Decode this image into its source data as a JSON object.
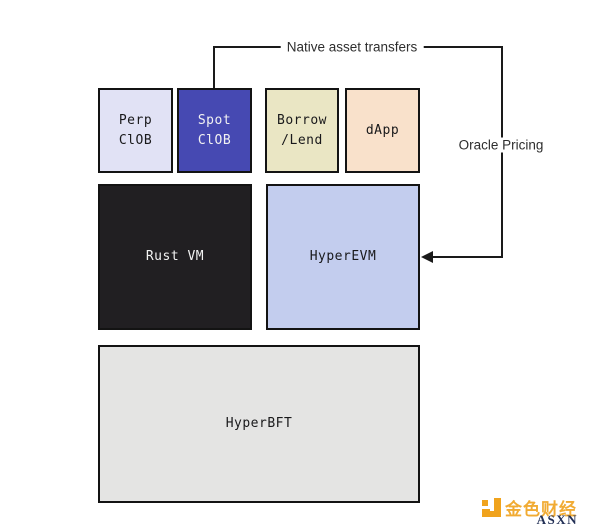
{
  "diagram": {
    "connector_labels": {
      "native_asset_transfers": "Native asset transfers",
      "oracle_pricing": "Oracle Pricing"
    },
    "boxes": {
      "perp_clob": {
        "label": "Perp\nClOB",
        "fill": "#e1e2f5",
        "text_color": "#19191b"
      },
      "spot_clob": {
        "label": "Spot\nClOB",
        "fill": "#4649b2",
        "text_color": "#f2f2f2"
      },
      "borrow_lend": {
        "label": "Borrow\n/Lend",
        "fill": "#eae6c4",
        "text_color": "#19191b"
      },
      "dapp": {
        "label": "dApp",
        "fill": "#f9e1cb",
        "text_color": "#19191b"
      },
      "rust_vm": {
        "label": "Rust VM",
        "fill": "#211f22",
        "text_color": "#f2f2f2"
      },
      "hyperevm": {
        "label": "HyperEVM",
        "fill": "#c3cdee",
        "text_color": "#19191b"
      },
      "hyperbft": {
        "label": "HyperBFT",
        "fill": "#e4e4e3",
        "text_color": "#19191b"
      }
    },
    "line_color": "#1a1a1a",
    "border_color": "#131313"
  },
  "watermark": {
    "brand": "金色财经",
    "sub_brand": "ASXN",
    "brand_color": "#f0a31d",
    "sub_color": "#233056"
  }
}
